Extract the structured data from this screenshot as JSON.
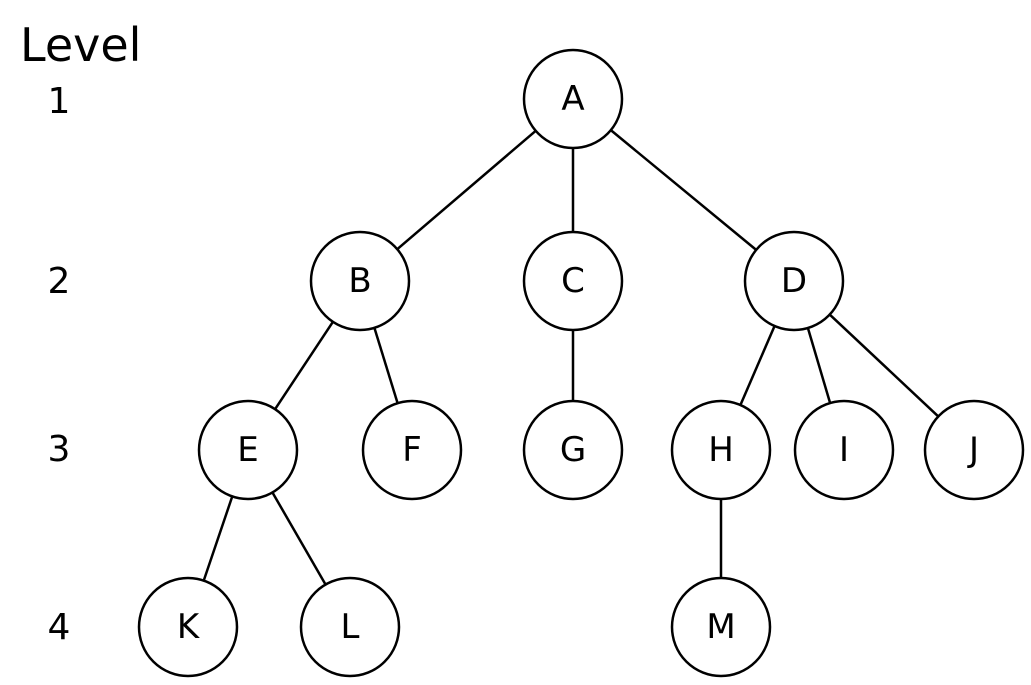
{
  "level_header": "Level",
  "levels": [
    "1",
    "2",
    "3",
    "4"
  ],
  "colors": {
    "stroke": "#000000",
    "node_fill": "#ffffff",
    "text": "#000000"
  },
  "nodes": [
    {
      "id": "A",
      "label": "A",
      "level": 1
    },
    {
      "id": "B",
      "label": "B",
      "level": 2
    },
    {
      "id": "C",
      "label": "C",
      "level": 2
    },
    {
      "id": "D",
      "label": "D",
      "level": 2
    },
    {
      "id": "E",
      "label": "E",
      "level": 3
    },
    {
      "id": "F",
      "label": "F",
      "level": 3
    },
    {
      "id": "G",
      "label": "G",
      "level": 3
    },
    {
      "id": "H",
      "label": "H",
      "level": 3
    },
    {
      "id": "I",
      "label": "I",
      "level": 3
    },
    {
      "id": "J",
      "label": "J",
      "level": 3
    },
    {
      "id": "K",
      "label": "K",
      "level": 4
    },
    {
      "id": "L",
      "label": "L",
      "level": 4
    },
    {
      "id": "M",
      "label": "M",
      "level": 4
    }
  ],
  "edges": [
    [
      "A",
      "B"
    ],
    [
      "A",
      "C"
    ],
    [
      "A",
      "D"
    ],
    [
      "B",
      "E"
    ],
    [
      "B",
      "F"
    ],
    [
      "C",
      "G"
    ],
    [
      "D",
      "H"
    ],
    [
      "D",
      "I"
    ],
    [
      "D",
      "J"
    ],
    [
      "E",
      "K"
    ],
    [
      "E",
      "L"
    ],
    [
      "H",
      "M"
    ]
  ]
}
